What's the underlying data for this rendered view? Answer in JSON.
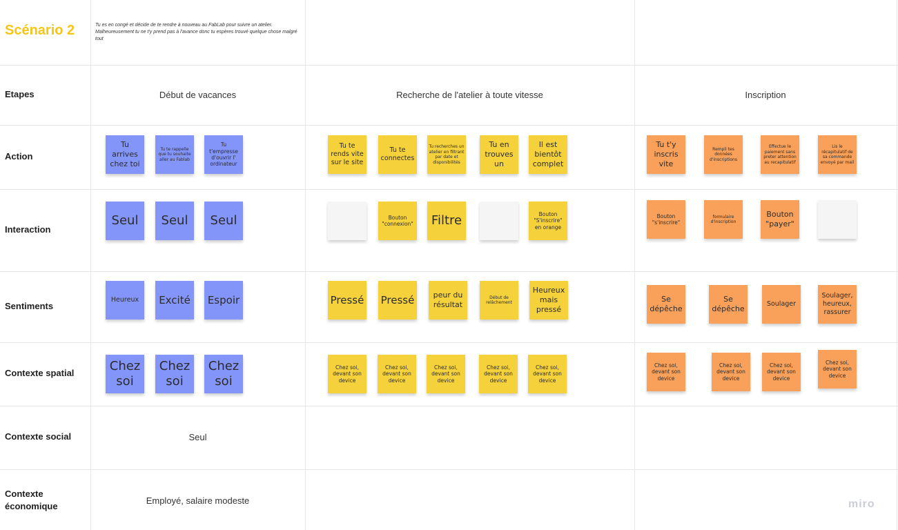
{
  "title": "Scénario 2",
  "description": "Tu es en congé et décide de te rendre à nouveau au FabLab pour suivre un atelier. Malheureusement tu ne t'y prend pas à l'avance donc tu espères trouvé quelque chose malgré tout",
  "rows": {
    "etapes": "Etapes",
    "action": "Action",
    "interaction": "Interaction",
    "sentiments": "Sentiments",
    "spatial": "Contexte spatial",
    "social": "Contexte social",
    "economique": "Contexte économique"
  },
  "phases": [
    "Début de vacances",
    "Recherche de l'atelier à toute vitesse",
    "Inscription"
  ],
  "colors": {
    "blue": "#8495fa",
    "yellow": "#f5d23c",
    "orange": "#f9a15a",
    "title": "#f5c518"
  },
  "notes": {
    "action": [
      "Tu arrives chez toi",
      "Tu te rappelle que tu souhaite aller au Fablab",
      "Tu t'empresse d'ouvrir l' ordinateur",
      "Tu te rends vite sur le site",
      "Tu te connectes",
      "Tu recherches un atelier en filtrant par date et disponibilités",
      "Tu en trouves un",
      "Il est bientôt complet",
      "Tu t'y inscris vite",
      "Rempli tes données d'inscriptions",
      "Effectue le paiement sans preter attention au recapitulatif",
      "Lis le récapitulatif de sa commande envoyé par mail"
    ],
    "interaction": [
      "Seul",
      "Seul",
      "Seul",
      "",
      "Bouton \"connexion\"",
      "Filtre",
      "",
      "Bouton \"S'inscrire\" en orange",
      "Bouton \"s'inscrire\"",
      "formulaire d'inscription",
      "Bouton \"payer\"",
      ""
    ],
    "sentiments": [
      "Heureux",
      "Excité",
      "Espoir",
      "Pressé",
      "Pressé",
      "peur du résultat",
      "Début de relâchement",
      "Heureux mais pressé",
      "Se dépêche",
      "Se dépêche",
      "Soulager",
      "Soulager, heureux, rassurer"
    ],
    "spatial": [
      "Chez soi",
      "Chez soi",
      "Chez soi",
      "Chez soi, devant son device",
      "Chez soi, devant son device",
      "Chez soi, devant son device",
      "Chez soi, devant son device",
      "Chez soi, devant son device",
      "Chez soi, devant son device",
      "Chez soi, devant son device",
      "Chez soi, devant son device",
      "Chez soi, devant son device"
    ]
  },
  "social": "Seul",
  "economique": "Employé, salaire modeste",
  "brand": "miro"
}
